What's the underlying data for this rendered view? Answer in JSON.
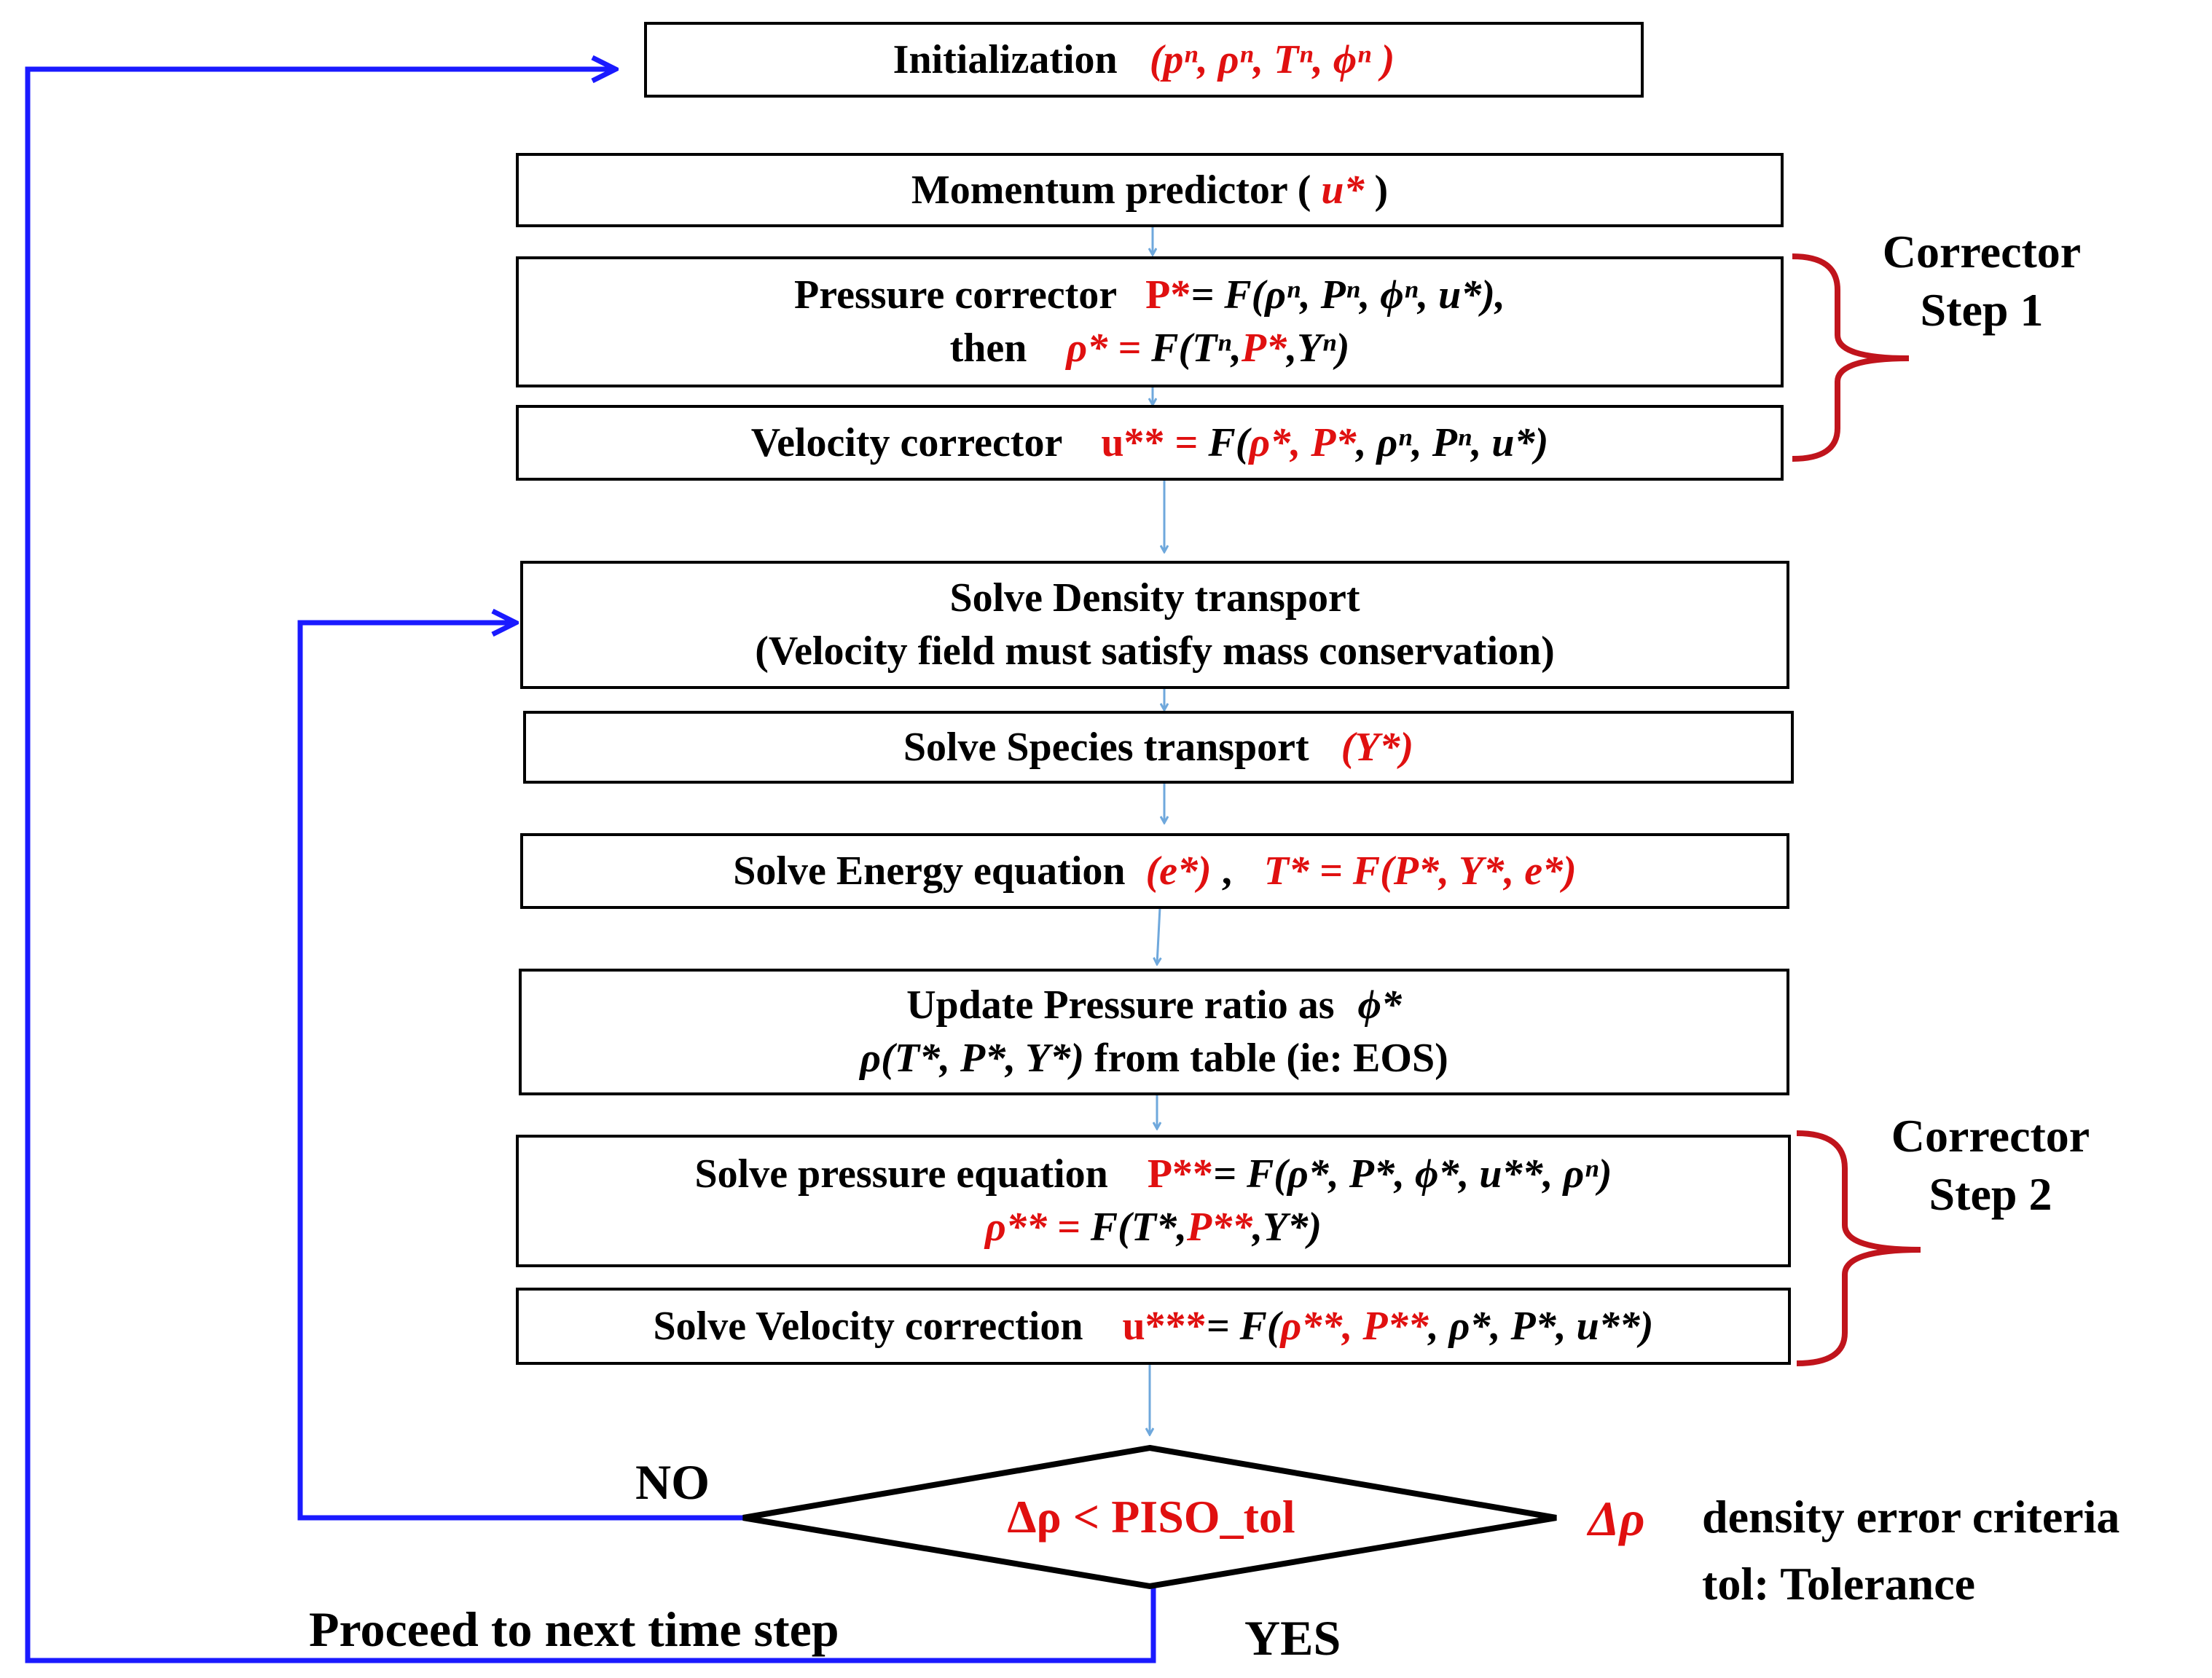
{
  "steps": {
    "init": {
      "label": "Initialization",
      "expr": "(pⁿ, ρⁿ, Tⁿ, ϕⁿ )"
    },
    "momentum": {
      "label": "Momentum predictor",
      "expr": "u*"
    },
    "pressure": {
      "label": "Pressure corrector",
      "lhs": "P*",
      "rhs": "= F(ρⁿ, Pⁿ, ϕⁿ, u*),",
      "then": "then",
      "lhs2": "ρ* =",
      "rhs2a": "F(Tⁿ,",
      "rhs2b": "P*",
      "rhs2c": ",Yⁿ)"
    },
    "velocity": {
      "label": "Velocity corrector",
      "lhs": "u** =",
      "rhs_a": "F(",
      "rhs_b": "ρ*, P*",
      "rhs_c": ", ρⁿ, Pⁿ, u*)"
    },
    "density": {
      "line1": "Solve Density transport",
      "line2": "(Velocity field must satisfy mass conservation)"
    },
    "species": {
      "label": "Solve Species transport",
      "expr": "(Y*)"
    },
    "energy": {
      "label": "Solve Energy equation",
      "expr1": "(e*)",
      "sep": ",",
      "expr2": "T* = F(P*, Y*, e*)"
    },
    "pratio": {
      "line1": "Update Pressure ratio as",
      "phi": "ϕ*",
      "line2a": "ρ(T*, P*, Y*)",
      "line2b": "from table (ie: EOS)"
    },
    "pressure_eq": {
      "label": "Solve pressure equation",
      "lhs": "P**",
      "rhs": "= F(ρ*, P*, ϕ*, u**, ρⁿ)",
      "lhs2": "ρ** =",
      "rhs2a": "F(T*,",
      "rhs2b": "P**",
      "rhs2c": ",Y*)"
    },
    "vel_corr": {
      "label": "Solve Velocity correction",
      "lhs": "u***",
      "rhs_a": "= F(",
      "rhs_b": "ρ**, P**",
      "rhs_c": ", ρ*, P*, u**)"
    }
  },
  "decision": {
    "condition": "Δρ < PISO_tol",
    "no": "NO",
    "yes": "YES"
  },
  "proceed": "Proceed to next time step",
  "corrector1": {
    "line1": "Corrector",
    "line2": "Step 1"
  },
  "corrector2": {
    "line1": "Corrector",
    "line2": "Step 2"
  },
  "legend": {
    "symbol": "Δρ",
    "desc": "density error criteria",
    "tol": "tol: Tolerance"
  },
  "colors": {
    "red": "#e01010",
    "blue": "#1a1aff",
    "thin_arrow": "#6fa8dc",
    "bracket": "#c0141c"
  }
}
